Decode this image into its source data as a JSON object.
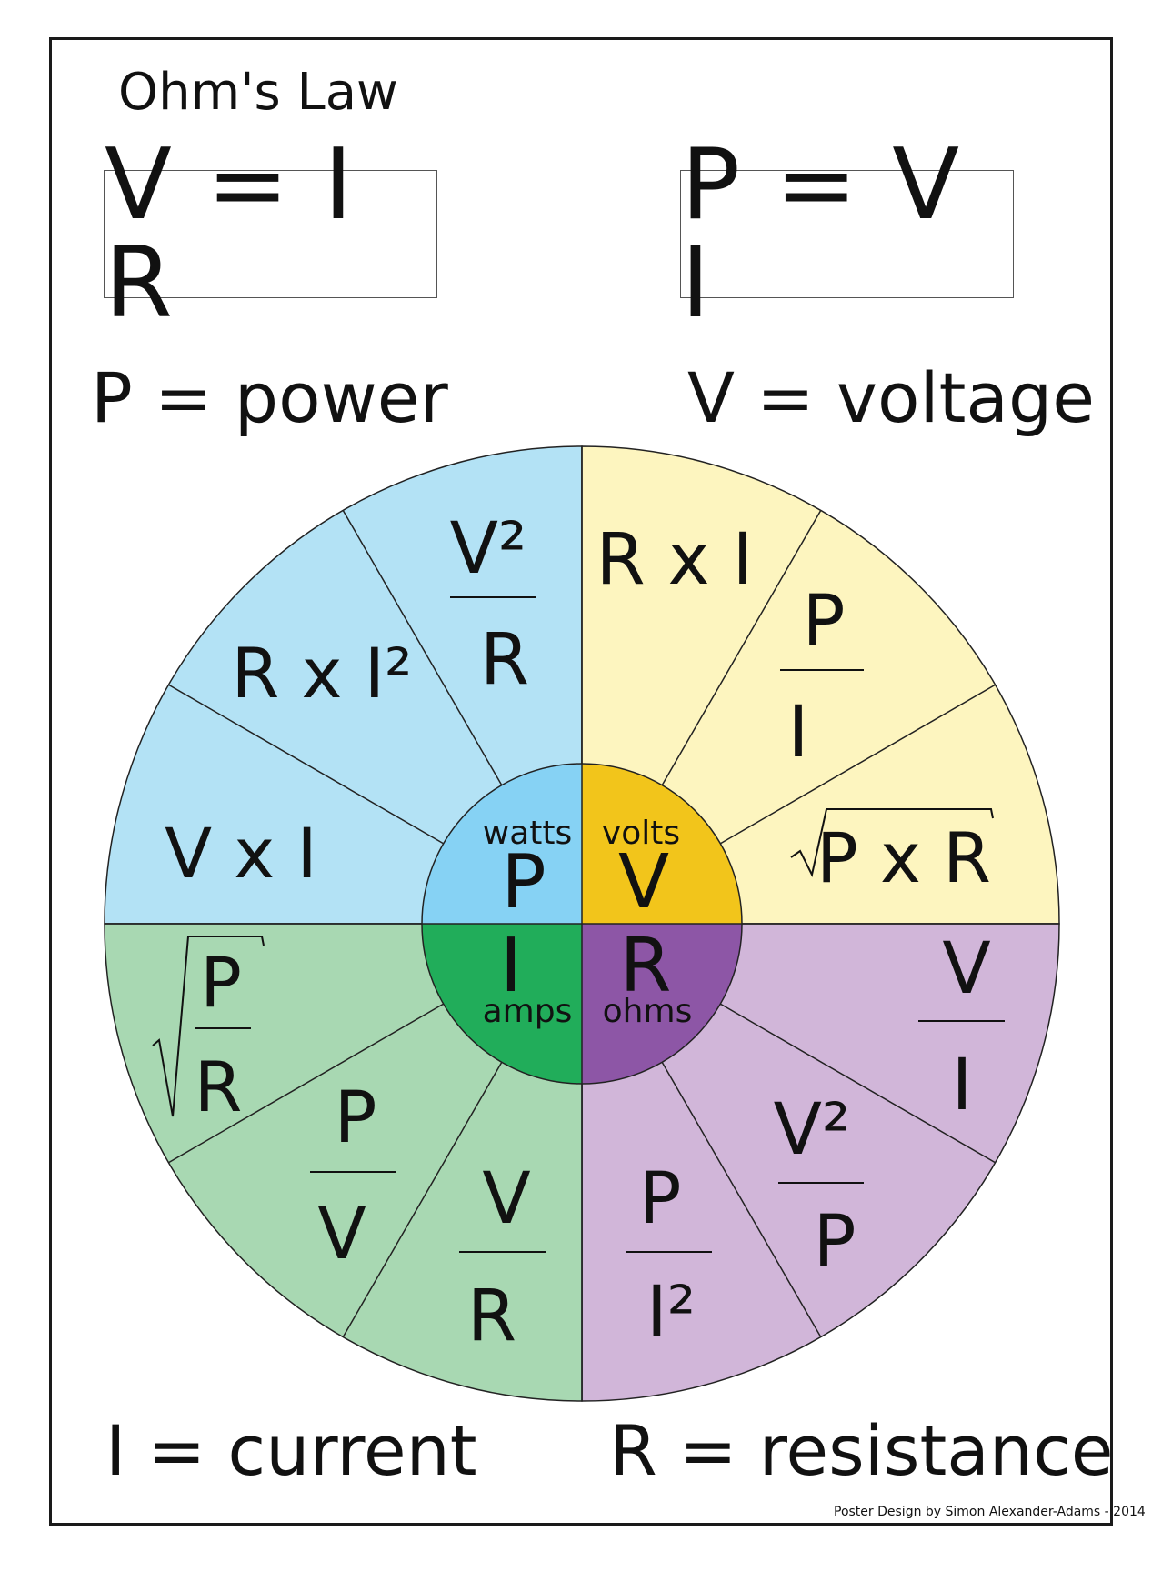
{
  "title": "Ohm's Law",
  "formulas": {
    "left": "V = I R",
    "right": "P = V I"
  },
  "definitions": {
    "power": "P = power",
    "voltage": "V = voltage",
    "current": "I = current",
    "resistance": "R = resistance"
  },
  "colors": {
    "power_light": "#b3e2f5",
    "power_dark": "#86d2f4",
    "voltage_light": "#fdf5bf",
    "voltage_dark": "#f2c51b",
    "current_light": "#a8d8b2",
    "current_dark": "#21ad5a",
    "resistance_light": "#d1b6d9",
    "resistance_dark": "#8d56a6"
  },
  "center": {
    "power": {
      "symbol": "P",
      "unit": "watts"
    },
    "voltage": {
      "symbol": "V",
      "unit": "volts"
    },
    "current": {
      "symbol": "I",
      "unit": "amps"
    },
    "resistance": {
      "symbol": "R",
      "unit": "ohms"
    }
  },
  "segments": {
    "power": [
      {
        "num": "V²",
        "den": "R"
      },
      {
        "text": "R x I²"
      },
      {
        "text": "V x I"
      }
    ],
    "voltage": [
      {
        "text": "R x I"
      },
      {
        "num": "P",
        "den": "I"
      },
      {
        "sqrt": "P x R"
      }
    ],
    "current": [
      {
        "sqrt_num": "P",
        "sqrt_den": "R"
      },
      {
        "num": "P",
        "den": "V"
      },
      {
        "num": "V",
        "den": "R"
      }
    ],
    "resistance": [
      {
        "num": "V",
        "den": "I"
      },
      {
        "num": "V²",
        "den": "P"
      },
      {
        "num": "P",
        "den": "I²"
      }
    ]
  },
  "credit": "Poster Design by Simon Alexander-Adams - 2014"
}
